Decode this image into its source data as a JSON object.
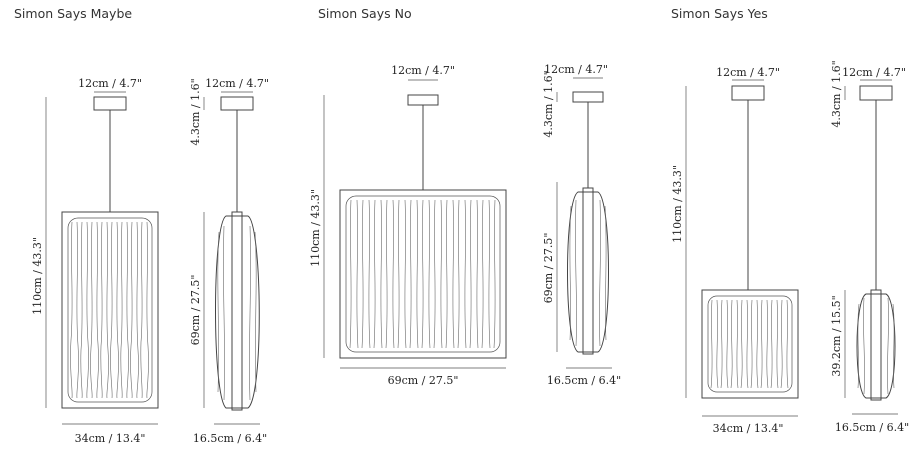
{
  "titles": {
    "maybe": "Simon Says Maybe",
    "no": "Simon Says No",
    "yes": "Simon Says Yes"
  },
  "labels": {
    "canopy": "12cm / 4.7\"",
    "canopy_height": "4.3cm / 1.6\"",
    "total_height": "110cm / 43.3\"",
    "shade_height_69": "69cm / 27.5\"",
    "shade_height_39": "39.2cm / 15.5\"",
    "width_34": "34cm / 13.4\"",
    "width_69": "69cm / 27.5\"",
    "depth": "16.5cm / 6.4\""
  },
  "colors": {
    "line": "#444444",
    "text": "#222222"
  }
}
